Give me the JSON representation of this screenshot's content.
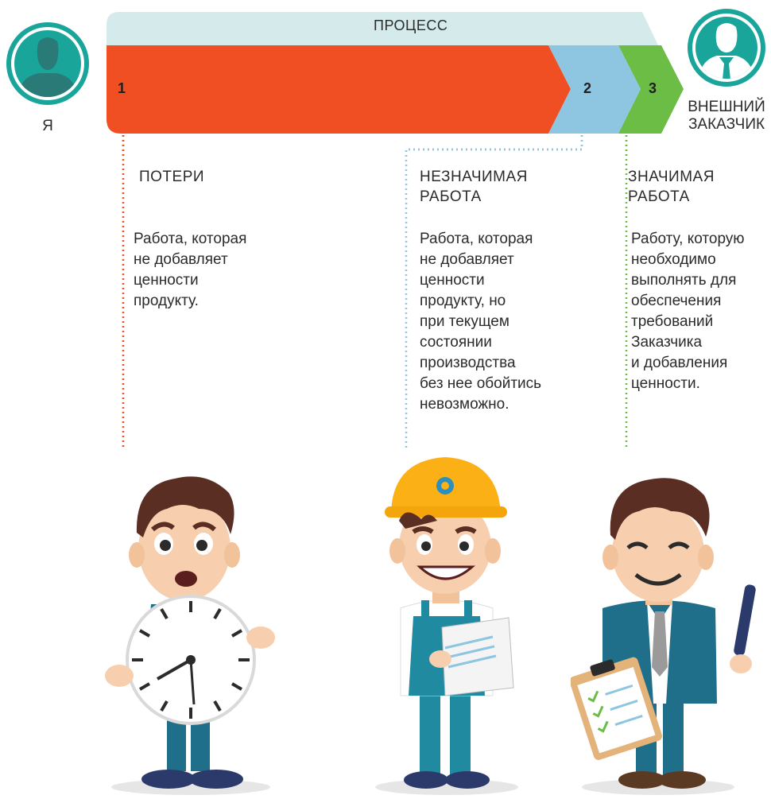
{
  "process": {
    "label": "ПРОЦЕСС"
  },
  "me": {
    "label": "Я"
  },
  "customer": {
    "label_line1": "ВНЕШНИЙ",
    "label_line2": "ЗАКАЗЧИК"
  },
  "stages": [
    {
      "number": "1",
      "title_line1": "ПОТЕРИ",
      "title_line2": "",
      "description_lines": [
        "Работа, которая",
        "не добавляет",
        "ценности",
        "продукту."
      ],
      "color": "#f04e23"
    },
    {
      "number": "2",
      "title_line1": "НЕЗНАЧИМАЯ",
      "title_line2": "РАБОТА",
      "description_lines": [
        "Работа, которая",
        "не добавляет",
        "ценности",
        "продукту, но",
        "при текущем",
        "состоянии",
        "производства",
        "без нее обойтись",
        "невозможно."
      ],
      "color": "#8ec5e0"
    },
    {
      "number": "3",
      "title_line1": "ЗНАЧИМАЯ",
      "title_line2": "РАБОТА",
      "description_lines": [
        "Работу, которую",
        "необходимо",
        "выполнять для",
        "обеспечения",
        "требований",
        "Заказчика",
        "и добавления",
        "ценности."
      ],
      "color": "#6bbd45"
    }
  ],
  "colors": {
    "banner_top": "#d5ebeb",
    "avatar_ring": "#1aa59b",
    "accent_teal": "#2a8c94"
  }
}
